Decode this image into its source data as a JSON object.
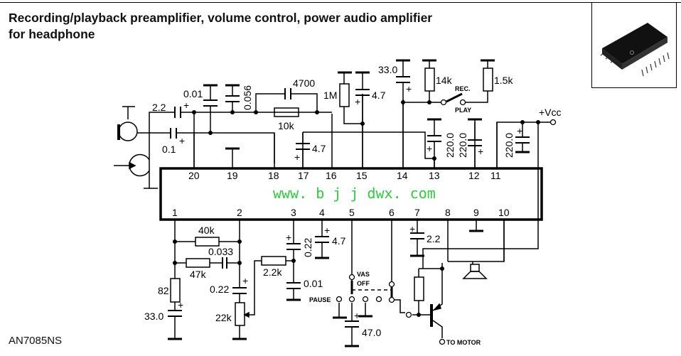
{
  "header": {
    "title_line1": "Recording/playback preamplifier, volume control, power audio amplifier",
    "title_line2": "for headphone",
    "part_number": "AN7085NS"
  },
  "package_image": {
    "icon": "soic-20-chip-icon"
  },
  "watermark": "www. b j j dwx. com",
  "ic_pins": {
    "top": [
      "20",
      "19",
      "18",
      "17",
      "16",
      "15",
      "14",
      "13",
      "12",
      "11"
    ],
    "bottom": [
      "1",
      "2",
      "3",
      "4",
      "5",
      "6",
      "7",
      "8",
      "9",
      "10"
    ]
  },
  "components": {
    "c_input1": "2.2",
    "c_input2": "0.1",
    "c_001_top": "0.01",
    "c_0056": "0.056",
    "c_4700": "4700",
    "r_10k": "10k",
    "c_47_pin17": "4.7",
    "r_1m": "1M",
    "c_47_pin15": "4.7",
    "c_33_top": "33.0",
    "r_14k": "14k",
    "r_15k": "1.5k",
    "c_220_a": "220.0",
    "c_220_b": "220.0",
    "c_220_c": "220.0",
    "vcc": "+Vcc",
    "r_40k": "40k",
    "c_0033": "0.033",
    "r_47k": "47k",
    "r_82": "82",
    "c_33_bottom": "33.0",
    "c_022_pin2": "0.22",
    "pot_22k": "22k",
    "r_22k": "2.2k",
    "c_022_pin3": "0.22",
    "c_001_pin3": "0.01",
    "c_47_pin4": "4.7",
    "c_22_pin7": "2.2",
    "c_470_pin5": "47.0",
    "plus": "+"
  },
  "switch_labels": {
    "rec": "REC.",
    "play": "PLAY",
    "vas": "VAS",
    "off": "OFF",
    "pause": "PAUSE",
    "to_motor": "TO MOTOR"
  }
}
